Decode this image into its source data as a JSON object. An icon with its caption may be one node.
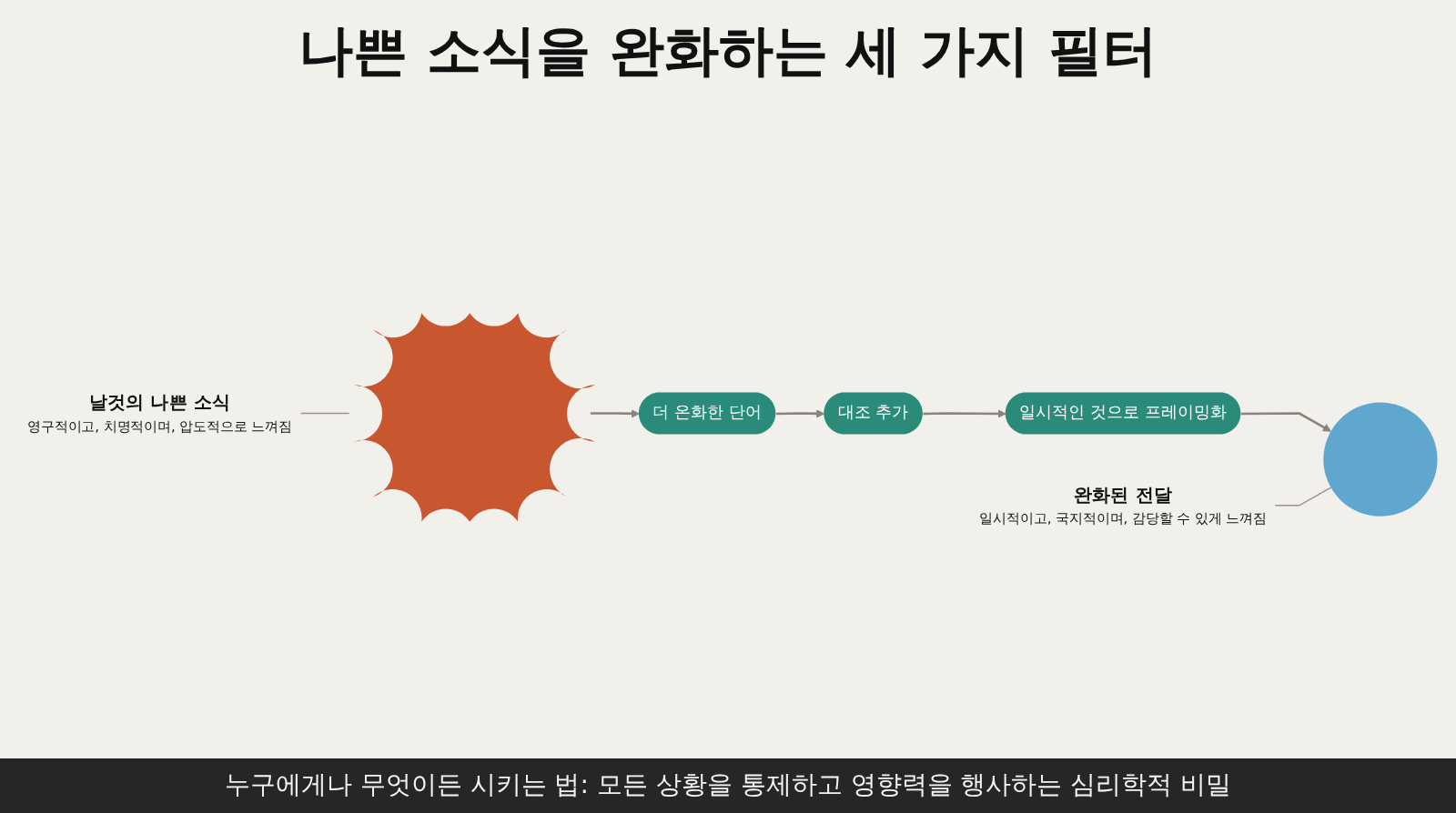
{
  "diagram": {
    "title": "나쁜 소식을 완화하는 세 가지 필터",
    "caption": "누구에게나 무엇이든 시키는 법: 모든 상황을 통제하고 영향력을 행사하는 심리학적 비밀",
    "nodes": [
      {
        "text": [],
        "shape": "star"
      },
      {
        "text": [
          "더 온화한 단어"
        ]
      },
      {
        "text": [
          "대조 추가"
        ]
      },
      {
        "text": [
          "일시적인 것으로 프레이밍화"
        ]
      },
      {
        "text": [],
        "shape": "circle"
      },
      {
        "text": [
          "날것의 나쁜 소식",
          "영구적이고, 치명적이며, 압도적으로 느껴짐"
        ]
      },
      {
        "text": [
          "완화된 전달",
          "일시적이고, 국지적이며, 감당할 수 있게 느껴짐"
        ]
      }
    ],
    "edges": [
      {
        "from": 0,
        "to": 1,
        "arrow": "to"
      },
      {
        "from": 1,
        "to": 2,
        "arrow": "to"
      },
      {
        "from": 2,
        "to": 3,
        "arrow": "to"
      },
      {
        "from": 3,
        "to": 4,
        "arrow": "to"
      },
      {
        "from": 5,
        "to": 0,
        "arrow": "none"
      },
      {
        "from": 6,
        "to": 4,
        "arrow": "none"
      }
    ]
  }
}
